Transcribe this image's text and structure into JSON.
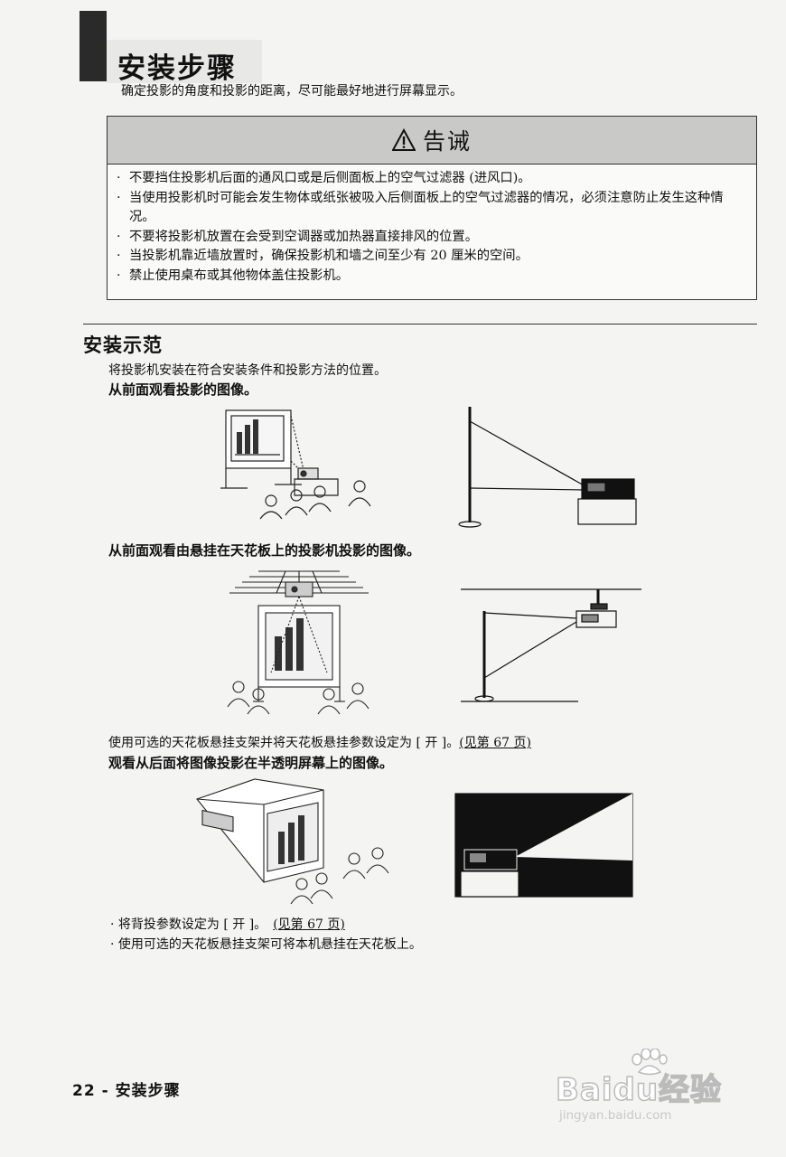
{
  "page": {
    "title": "安装步骤",
    "intro": "确定投影的角度和投影的距离，尽可能最好地进行屏幕显示。"
  },
  "warning": {
    "icon": "warning-triangle-icon",
    "title": "告诫",
    "items": [
      "不要挡住投影机后面的通风口或是后侧面板上的空气过滤器 (进风口)。",
      "当使用投影机时可能会发生物体或纸张被吸入后侧面板上的空气过滤器的情况，必须注意防止发生这种情况。",
      "不要将投影机放置在会受到空调器或加热器直接排风的位置。",
      "当投影机靠近墙放置时，确保投影机和墙之间至少有 20 厘米的空间。",
      "禁止使用桌布或其他物体盖住投影机。"
    ]
  },
  "section": {
    "heading": "安装示范",
    "description": "将投影机安装在符合安装条件和投影方法的位置。",
    "front": {
      "heading": "从前面观看投影的图像。"
    },
    "ceiling": {
      "heading": "从前面观看由悬挂在天花板上的投影机投影的图像。",
      "note_text": "使用可选的天花板悬挂支架并将天花板悬挂参数设定为 [ 开 ]。",
      "note_ref": "(见第 67 页)"
    },
    "rear": {
      "heading": "观看从后面将图像投影在半透明屏幕上的图像。",
      "note1_text": "将背投参数设定为 [ 开 ]。",
      "note1_ref": "(见第 67 页)",
      "note2_text": "使用可选的天花板悬挂支架可将本机悬挂在天花板上。"
    }
  },
  "footer": {
    "page_number": "22",
    "separator": "-",
    "section_name": "安装步骤"
  },
  "watermark": {
    "logo_text": "Baidu经验",
    "url": "jingyan.baidu.com"
  }
}
